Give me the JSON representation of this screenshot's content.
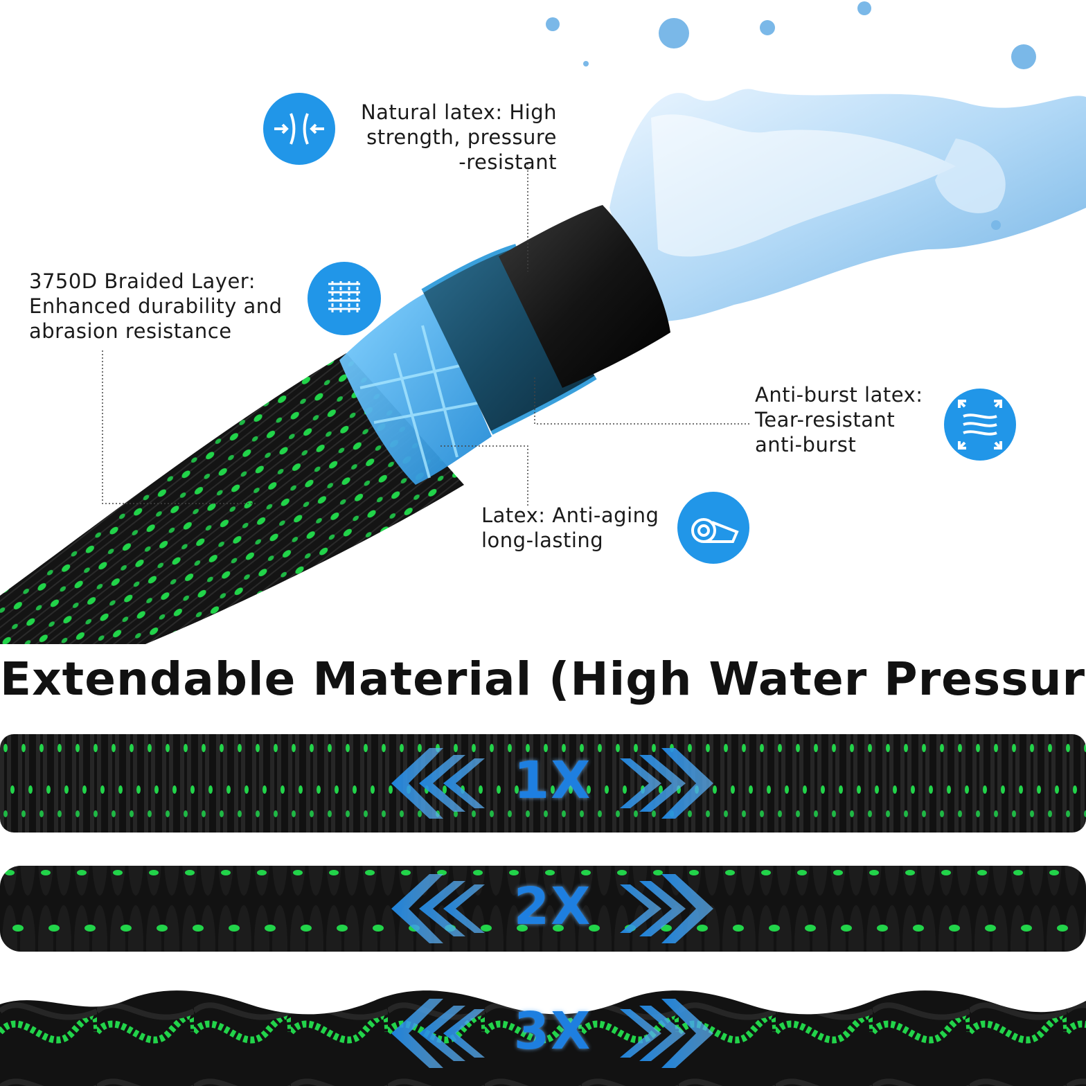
{
  "callouts": {
    "natural_latex": {
      "lines": [
        "Natural latex: High",
        "strength, pressure",
        "-resistant"
      ],
      "icon": "compress-arrows-icon"
    },
    "braided_layer": {
      "lines": [
        "3750D Braided Layer:",
        "Enhanced durability and",
        "abrasion resistance"
      ],
      "icon": "weave-mesh-icon"
    },
    "anti_burst": {
      "lines": [
        "Anti-burst latex:",
        "Tear-resistant",
        "anti-burst"
      ],
      "icon": "stretch-arrows-icon"
    },
    "latex_aging": {
      "lines": [
        "Latex: Anti-aging",
        "long-lasting"
      ],
      "icon": "rolled-sheet-icon"
    }
  },
  "headline": "Extendable Material (High Water Pressure)",
  "stretch_levels": [
    {
      "label": "1X",
      "fill": 0.33
    },
    {
      "label": "2X",
      "fill": 0.66
    },
    {
      "label": "3X",
      "fill": 1.0
    }
  ],
  "colors": {
    "accent_blue": "#2196e8",
    "hose_black": "#121212",
    "braid_green": "#22d44a",
    "connector_blue": "#3a9fd6",
    "text": "#1a1a1a"
  }
}
